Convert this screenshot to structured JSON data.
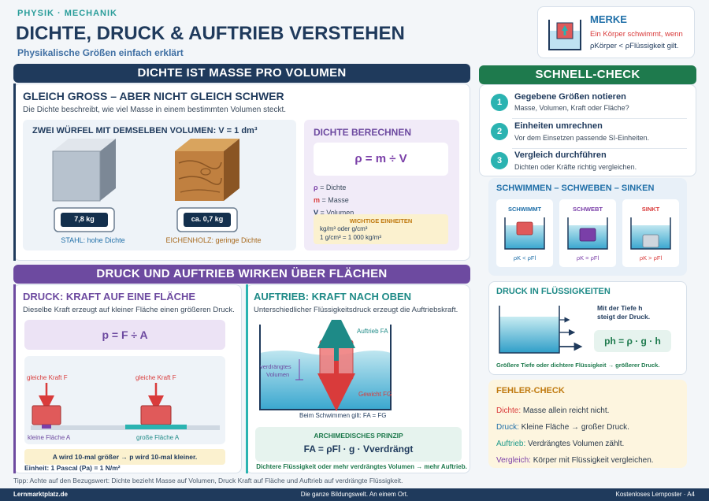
{
  "header": {
    "category": "PHYSIK · MECHANIK",
    "title": "DICHTE, DRUCK & AUFTRIEB VERSTEHEN",
    "subtitle": "Physikalische Größen einfach erklärt"
  },
  "merke": {
    "title": "MERKE",
    "line1": "Ein Körper schwimmt, wenn",
    "line2": "ρKörper < ρFlüssigkeit gilt."
  },
  "dichte": {
    "band": "DICHTE IST MASSE PRO VOLUMEN",
    "title": "GLEICH GROSS – ABER NICHT GLEICH SCHWER",
    "desc": "Die Dichte beschreibt, wie viel Masse in einem bestimmten Volumen steckt.",
    "cubes_title": "ZWEI WÜRFEL MIT DEMSELBEN VOLUMEN: V = 1 dm³",
    "steel_weight": "7,8 kg",
    "steel_label": "STAHL: hohe Dichte",
    "oak_weight": "ca. 0,7 kg",
    "oak_label": "EICHENHOLZ: geringe Dichte",
    "calc_title": "DICHTE BERECHNEN",
    "formula": "ρ = m ÷ V",
    "legend": [
      {
        "sym": "ρ",
        "text": " = Dichte",
        "color": "#7a3fa8"
      },
      {
        "sym": "m",
        "text": " = Masse",
        "color": "#d93b3b"
      },
      {
        "sym": "V",
        "text": " = Volumen",
        "color": "#1f3a5c"
      }
    ],
    "units_title": "WICHTIGE EINHEITEN",
    "units_line1": "kg/m³ oder g/cm³",
    "units_line2": "1 g/cm³ = 1 000 kg/m³"
  },
  "druck_band": "DRUCK UND AUFTRIEB WIRKEN ÜBER FLÄCHEN",
  "druck": {
    "title": "DRUCK: KRAFT AUF EINE FLÄCHE",
    "desc": "Dieselbe Kraft erzeugt auf kleiner Fläche einen größeren Druck.",
    "formula": "p = F ÷ A",
    "force_left": "gleiche Kraft F",
    "force_right": "gleiche Kraft F",
    "small_area": "kleine Fläche A",
    "large_area": "große Fläche A",
    "note_line1": "A wird 10-mal größer → p wird 10-mal kleiner.",
    "note_line2": "Einheit: 1 Pascal (Pa) = 1 N/m²"
  },
  "auftrieb": {
    "title": "AUFTRIEB: KRAFT NACH OBEN",
    "desc": "Unterschiedlicher Flüssigkeitsdruck erzeugt die Auftriebskraft.",
    "lift_label": "Auftrieb FA",
    "weight_label": "Gewicht FG",
    "displaced_line1": "verdrängtes",
    "displaced_line2": "Volumen",
    "float_note": "Beim Schwimmen gilt: FA = FG",
    "archimedes_title": "ARCHIMEDISCHES PRINZIP",
    "archimedes_formula": "FA = ρFl · g · Vverdrängt",
    "archimedes_note": "Dichtere Flüssigkeit oder mehr verdrängtes Volumen → mehr Auftrieb."
  },
  "check": {
    "band": "SCHNELL-CHECK",
    "steps": [
      {
        "num": "1",
        "title": "Gegebene Größen notieren",
        "text": "Masse, Volumen, Kraft oder Fläche?"
      },
      {
        "num": "2",
        "title": "Einheiten umrechnen",
        "text": "Vor dem Einsetzen passende SI-Einheiten."
      },
      {
        "num": "3",
        "title": "Vergleich durchführen",
        "text": "Dichten oder Kräfte richtig vergleichen."
      }
    ]
  },
  "ssss": {
    "title": "SCHWIMMEN – SCHWEBEN – SINKEN",
    "items": [
      {
        "label": "SCHWIMMT",
        "rel": "ρK < ρFl",
        "color": "#1f6fa8"
      },
      {
        "label": "SCHWEBT",
        "rel": "ρK = ρFl",
        "color": "#7a3fa8"
      },
      {
        "label": "SINKT",
        "rel": "ρK > ρFl",
        "color": "#d93b3b"
      }
    ]
  },
  "fluid": {
    "title": "DRUCK IN FLÜSSIGKEITEN",
    "depth_line1": "Mit der Tiefe h",
    "depth_line2": "steigt der Druck.",
    "formula": "ph = ρ · g · h",
    "note": "Größere Tiefe oder dichtere Flüssigkeit → größerer Druck."
  },
  "fehler": {
    "title": "FEHLER-CHECK",
    "items": [
      {
        "key": "Dichte:",
        "text": " Masse allein reicht nicht.",
        "color": "#d93b3b"
      },
      {
        "key": "Druck:",
        "text": " Kleine Fläche → großer Druck.",
        "color": "#1f6fa8"
      },
      {
        "key": "Auftrieb:",
        "text": " Verdrängtes Volumen zählt.",
        "color": "#1e9a8a"
      },
      {
        "key": "Vergleich:",
        "text": " Körper mit Flüssigkeit vergleichen.",
        "color": "#7a3fa8"
      }
    ]
  },
  "tip": "Tipp: Achte auf den Bezugswert: Dichte bezieht Masse auf Volumen, Druck Kraft auf Fläche und Auftrieb auf verdrängte Flüssigkeit.",
  "footer": {
    "left": "Lernmarktplatz.de",
    "center": "Die ganze Bildungswelt. An einem Ort.",
    "right": "Kostenloses Lernposter · A4"
  },
  "colors": {
    "navy": "#1f3a5c",
    "purple": "#6d4aa0",
    "green": "#1e7a4d",
    "teal": "#2bb3b1",
    "red": "#d93b3b"
  }
}
